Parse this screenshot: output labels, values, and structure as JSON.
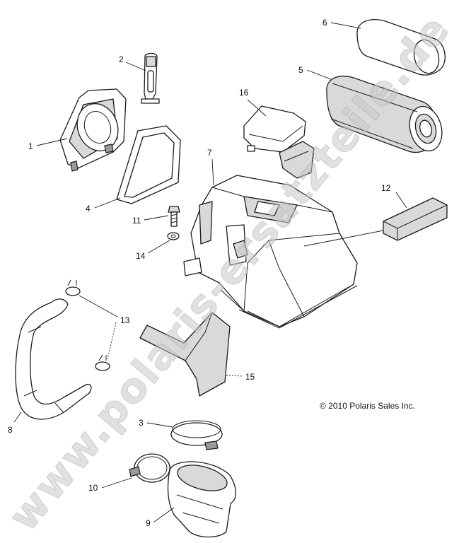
{
  "callouts": [
    {
      "id": "1",
      "label": "1",
      "part": "intake-adapter"
    },
    {
      "id": "2",
      "label": "2",
      "part": "strap"
    },
    {
      "id": "3",
      "label": "3",
      "part": "hose-clamp-large"
    },
    {
      "id": "4",
      "label": "4",
      "part": "seal"
    },
    {
      "id": "5",
      "label": "5",
      "part": "air-filter"
    },
    {
      "id": "6",
      "label": "6",
      "part": "pre-filter"
    },
    {
      "id": "7",
      "label": "7",
      "part": "airbox"
    },
    {
      "id": "8",
      "label": "8",
      "part": "breather-hose"
    },
    {
      "id": "9",
      "label": "9",
      "part": "outlet-boot"
    },
    {
      "id": "10",
      "label": "10",
      "part": "hose-clamp-small"
    },
    {
      "id": "11",
      "label": "11",
      "part": "screw"
    },
    {
      "id": "12",
      "label": "12",
      "part": "foam-block"
    },
    {
      "id": "13",
      "label": "13",
      "part": "spring-clips"
    },
    {
      "id": "14",
      "label": "14",
      "part": "washer"
    },
    {
      "id": "15",
      "label": "15",
      "part": "foam-seal"
    },
    {
      "id": "16",
      "label": "16",
      "part": "cover"
    }
  ],
  "copyright": "© 2010 Polaris Sales Inc.",
  "watermark": "www.polaris-ersatzteile.de"
}
